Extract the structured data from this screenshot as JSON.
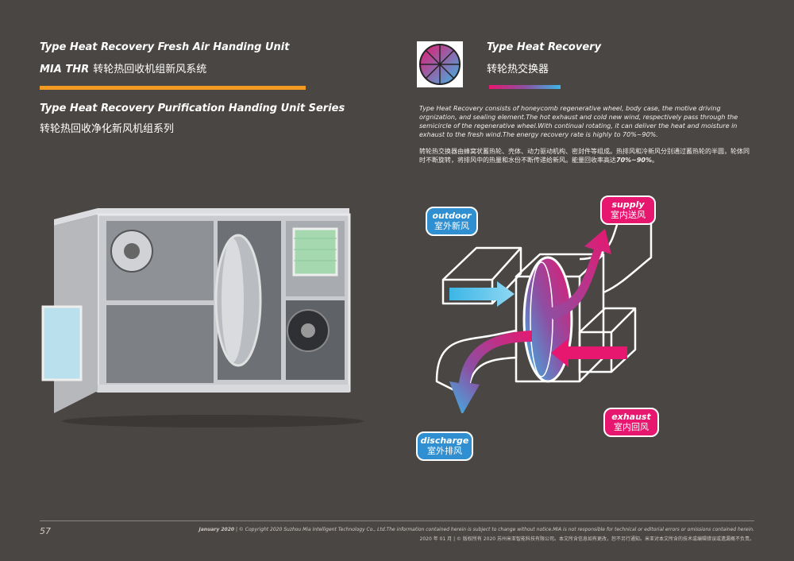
{
  "left": {
    "title1_en": "Type Heat Recovery Fresh Air Handing Unit",
    "title1_model": "MIA THR",
    "title1_cn": "转轮热回收机组新风系统",
    "title2_en": "Type Heat Recovery Purification Handing Unit Series",
    "title2_cn": "转轮热回收净化新风机组系列"
  },
  "right": {
    "title_en": "Type Heat Recovery",
    "title_cn": "转轮热交换器",
    "desc_en": "Type Heat Recovery consists of honeycomb regenerative wheel, body case, the motive driving orgnization, and sealing element.The hot exhaust and cold new wind, respectively pass through the semicircle of the regenerative wheel.With continual rotating, it can deliver the heat and moisture in exhaust to the fresh wind.The energy recovery rate is highly to 70%~90%.",
    "desc_cn": "转轮热交换器由蜂窝状蓄热轮、壳体、动力驱动机构、密封件等组成。热排风和冷新风分别通过蓄热轮的半圆，轮体同时不断旋转，将排风中的热量和水份不断传递给新风。能量回收率高达",
    "desc_cn_rate": "70%~90%",
    "desc_cn_end": "。"
  },
  "diagram": {
    "outdoor_en": "outdoor",
    "outdoor_cn": "室外新风",
    "supply_en": "supply",
    "supply_cn": "室内送风",
    "exhaust_en": "exhaust",
    "exhaust_cn": "室内回风",
    "discharge_en": "discharge",
    "discharge_cn": "室外排风"
  },
  "footer": {
    "page": "57",
    "date": "January 2020",
    "line1": " | © Copyright 2020 Suzhou Mia Intelligent Technology Co., Ltd.The information contained herein is subject to change without notice.MIA is not responsible for technical or editorial errors or omissions contained herein.",
    "line2": "2020 年 01 月 | © 版权所有 2020 苏州米亚智能科技有限公司。本文所含信息如有更改，恕不另行通知。米亚对本文所含的技术或编辑错误或遗漏概不负责。"
  },
  "colors": {
    "orange": "#f39a22",
    "blue": "#3bb6e6",
    "pink": "#e7176f",
    "background": "#4a4643"
  }
}
